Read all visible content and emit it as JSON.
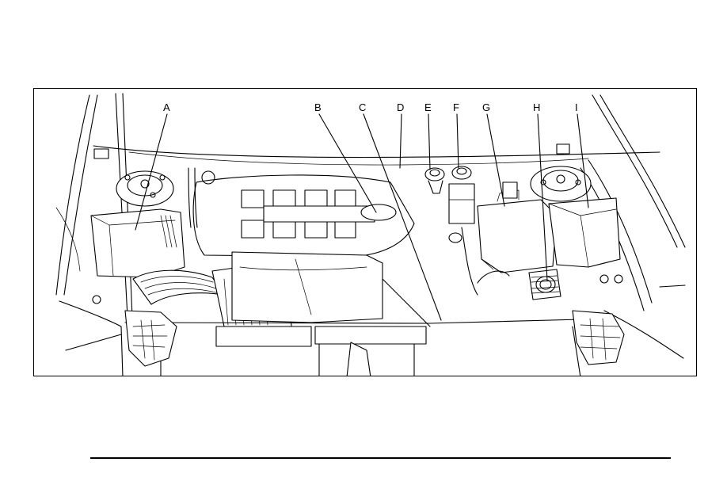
{
  "figure": {
    "callouts": {
      "A": "A",
      "B": "B",
      "C": "C",
      "D": "D",
      "E": "E",
      "F": "F",
      "G": "G",
      "H": "H",
      "I": "I"
    }
  }
}
